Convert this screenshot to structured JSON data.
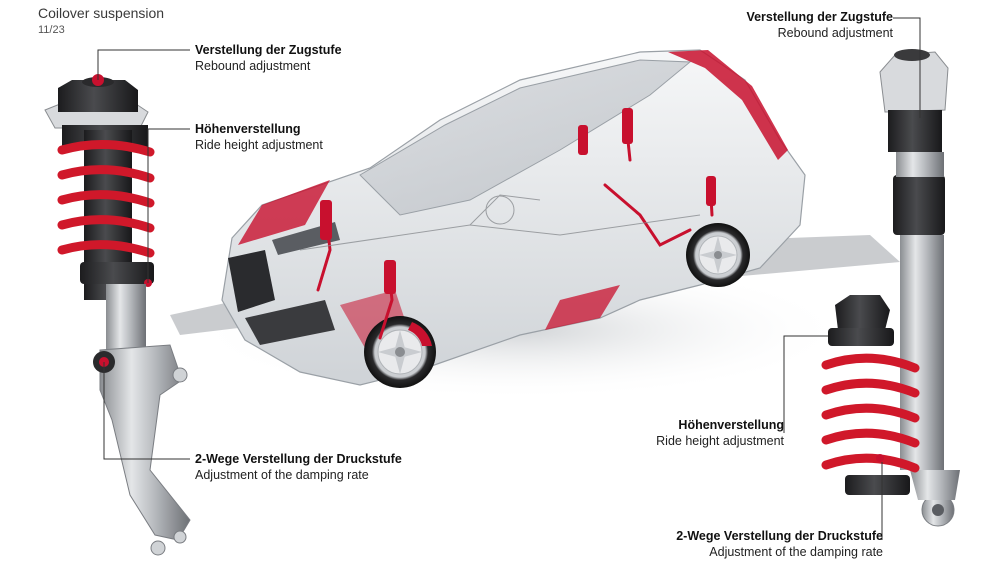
{
  "header": {
    "title": "Coilover suspension",
    "page": "11/23"
  },
  "labels": {
    "left_rebound": {
      "de": "Verstellung der Zugstufe",
      "en": "Rebound adjustment"
    },
    "left_height": {
      "de": "Höhenverstellung",
      "en": "Ride height adjustment"
    },
    "left_damping": {
      "de": "2-Wege Verstellung der Druckstufe",
      "en": "Adjustment of the damping rate"
    },
    "right_rebound": {
      "de": "Verstellung der Zugstufe",
      "en": "Rebound adjustment"
    },
    "right_height": {
      "de": "Höhenverstellung",
      "en": "Ride height adjustment"
    },
    "right_damping": {
      "de": "2-Wege Verstellung der Druckstufe",
      "en": "Adjustment of the damping rate"
    }
  },
  "colors": {
    "accent_red": "#c8102e",
    "spring_red": "#d0182a",
    "car_body": "#eef0f2",
    "leader_line": "#333333"
  },
  "components": [
    "front-coilover-strut",
    "rear-coilover-damper",
    "rear-coil-spring",
    "car-phantom-view"
  ]
}
